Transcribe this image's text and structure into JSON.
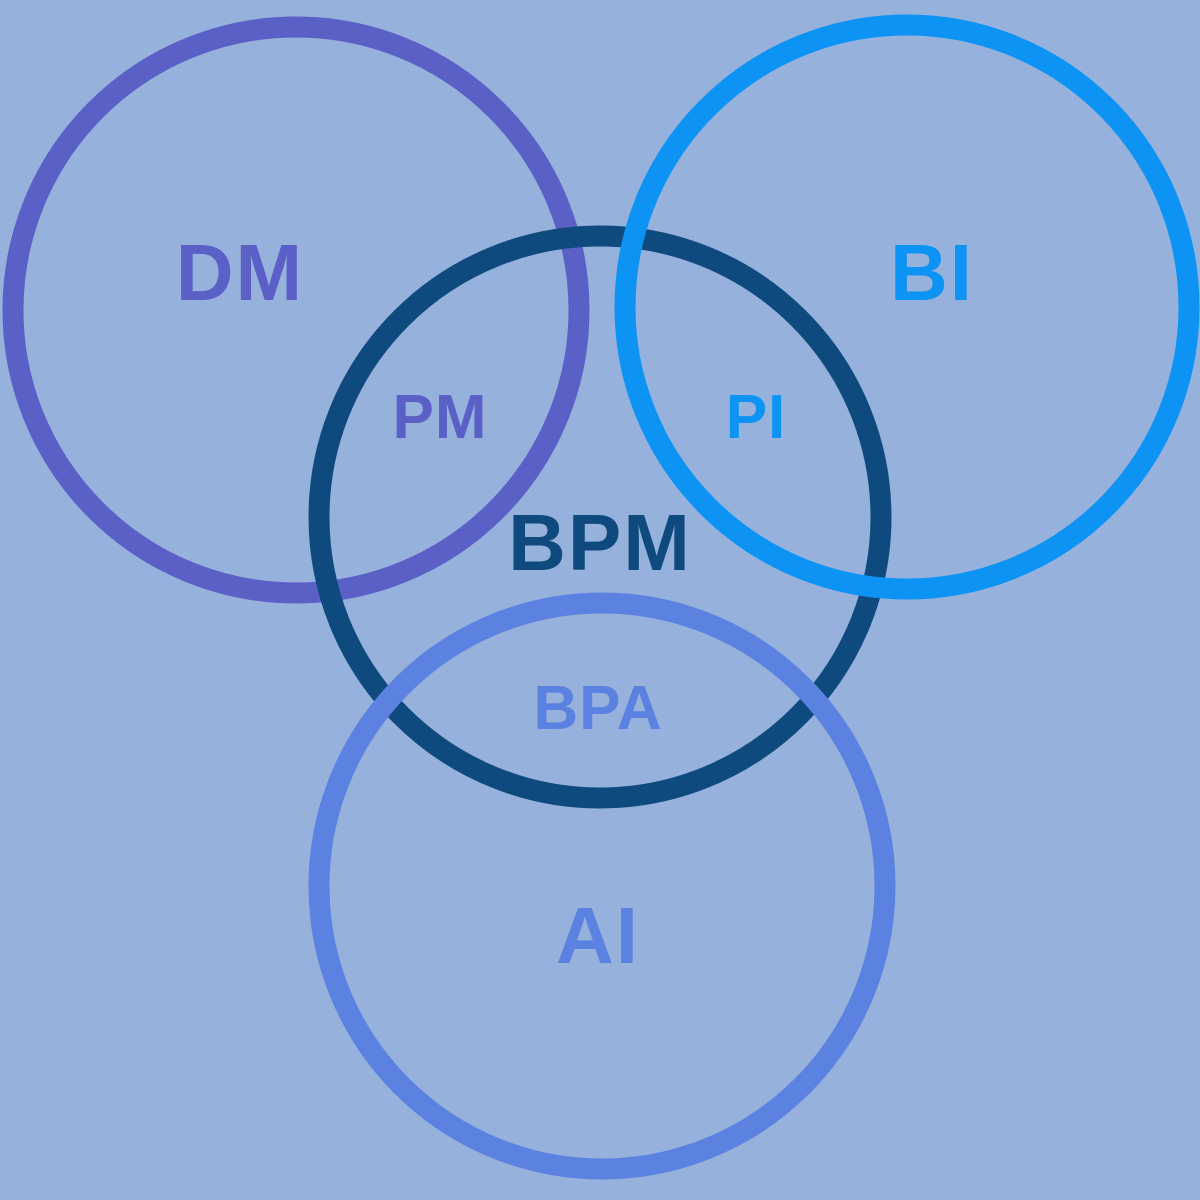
{
  "background_color": "#97B1DD",
  "diagram": {
    "type": "venn",
    "title": "",
    "circles": [
      {
        "id": "dm",
        "label": "DM",
        "color": "#5A60C6",
        "position": "top-left"
      },
      {
        "id": "bpm",
        "label": "BPM",
        "color": "#0E4A7D",
        "position": "center"
      },
      {
        "id": "bi",
        "label": "BI",
        "color": "#0C93F3",
        "position": "top-right"
      },
      {
        "id": "ai",
        "label": "AI",
        "color": "#5B82E0",
        "position": "bottom"
      }
    ],
    "overlaps": [
      {
        "id": "pm",
        "label": "PM",
        "between": [
          "DM",
          "BPM"
        ],
        "color": "#5A60C6"
      },
      {
        "id": "pi",
        "label": "PI",
        "between": [
          "BI",
          "BPM"
        ],
        "color": "#0C93F3"
      },
      {
        "id": "bpa",
        "label": "BPA",
        "between": [
          "AI",
          "BPM"
        ],
        "color": "#5B82E0"
      }
    ]
  }
}
